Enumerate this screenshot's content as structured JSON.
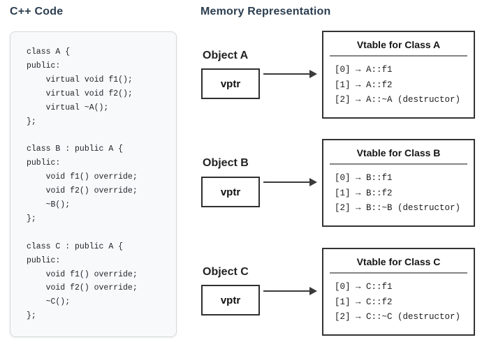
{
  "left": {
    "heading": "C++ Code",
    "code": "class A {\npublic:\n    virtual void f1();\n    virtual void f2();\n    virtual ~A();\n};\n\nclass B : public A {\npublic:\n    void f1() override;\n    void f2() override;\n    ~B();\n};\n\nclass C : public A {\npublic:\n    void f1() override;\n    void f2() override;\n    ~C();\n};"
  },
  "right": {
    "heading": "Memory Representation",
    "rows": [
      {
        "object_label": "Object A",
        "vptr_label": "vptr",
        "vtable_title": "Vtable for Class A",
        "entries": [
          "[0] → A::f1",
          "[1] → A::f2",
          "[2] → A::~A (destructor)"
        ]
      },
      {
        "object_label": "Object B",
        "vptr_label": "vptr",
        "vtable_title": "Vtable for Class B",
        "entries": [
          "[0] → B::f1",
          "[1] → B::f2",
          "[2] → B::~B (destructor)"
        ]
      },
      {
        "object_label": "Object C",
        "vptr_label": "vptr",
        "vtable_title": "Vtable for Class C",
        "entries": [
          "[0] → C::f1",
          "[1] → C::f2",
          "[2] → C::~C (destructor)"
        ]
      }
    ]
  },
  "colors": {
    "background": "#ffffff",
    "heading_text": "#2c3e50",
    "code_panel_bg": "#f8f9fa",
    "code_panel_border": "#d6dadf",
    "code_text": "#212529",
    "box_border": "#333333",
    "title_separator": "#848484",
    "arrow": "#3a3a3a"
  }
}
